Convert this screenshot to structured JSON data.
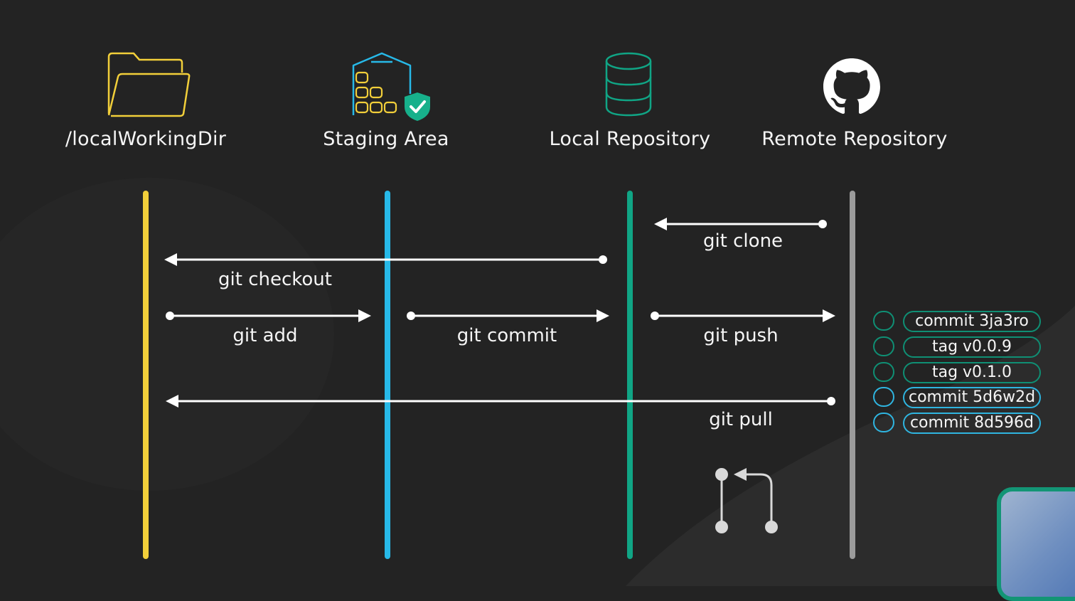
{
  "lanes": [
    {
      "label": "/localWorkingDir",
      "color": "#f2cf3a",
      "icon": "folder-icon"
    },
    {
      "label": "Staging Area",
      "color": "#27b9e8",
      "icon": "staging-box-icon"
    },
    {
      "label": "Local Repository",
      "color": "#10a585",
      "icon": "database-icon"
    },
    {
      "label": "Remote Repository",
      "color": "#9b9b9b",
      "icon": "github-icon"
    }
  ],
  "commands": {
    "clone": "git clone",
    "checkout": "git checkout",
    "add": "git add",
    "commit": "git commit",
    "push": "git push",
    "pull": "git pull"
  },
  "remote_items": [
    {
      "label": "commit 3ja3ro",
      "color": "#0f8f74"
    },
    {
      "label": "tag v0.0.9",
      "color": "#0f8f74"
    },
    {
      "label": "tag v0.1.0",
      "color": "#0f8f74"
    },
    {
      "label": "commit 5d6w2d",
      "color": "#2fb5e0"
    },
    {
      "label": "commit 8d596d",
      "color": "#2fb5e0"
    }
  ],
  "colors": {
    "background": "#232323",
    "arrow": "#ffffff",
    "pr_icon": "#d9d9d9"
  }
}
